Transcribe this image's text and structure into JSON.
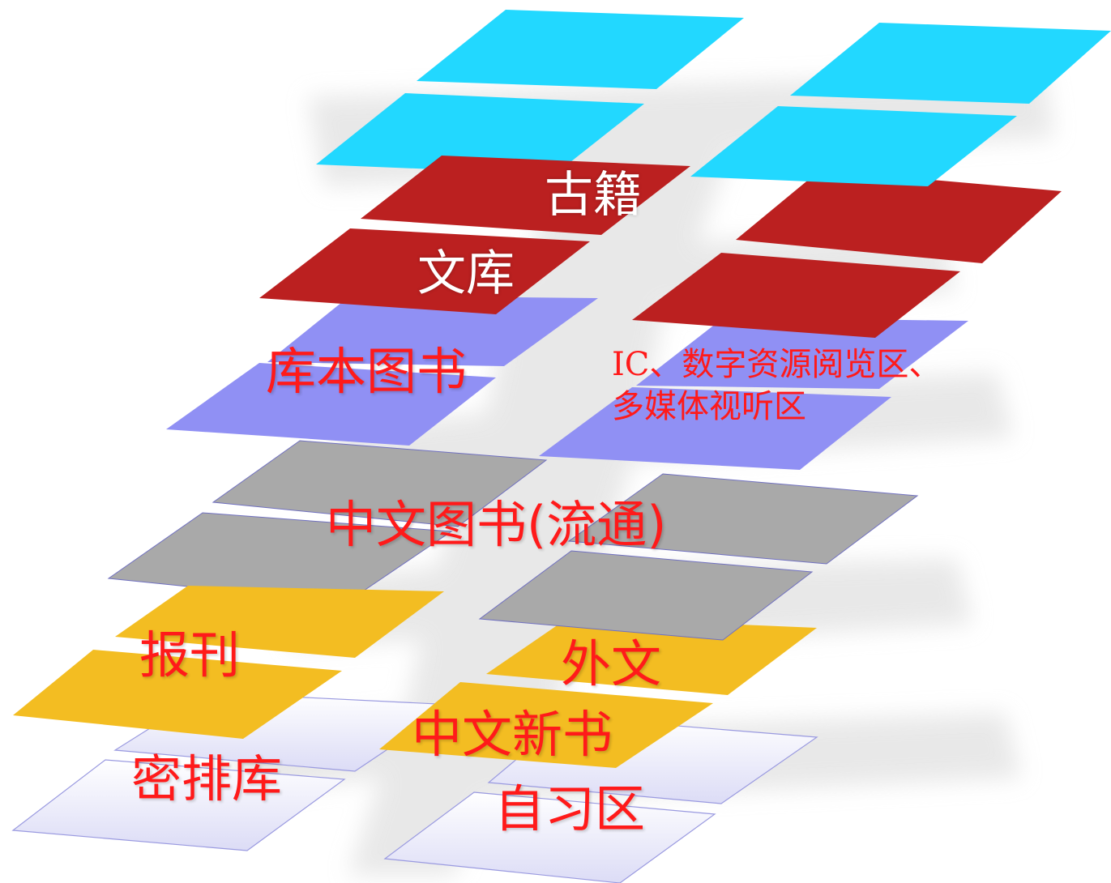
{
  "colors": {
    "cyan": "#22d8ff",
    "dark_red": "#bb2020",
    "periwinkle": "#9090f4",
    "gray": "#a9a9a9",
    "gold": "#f3bd22",
    "lavender": "#eeeefa",
    "label_red": "#ff1a1a",
    "label_white": "#ffffff"
  },
  "labels": {
    "ancient_books": "古籍",
    "literature": "文库",
    "stack_books": "库本图书",
    "ic_zone_line1": "IC、数字资源阅览区、",
    "ic_zone_line2": "多媒体视听区",
    "chinese_circulation": "中文图书(流通)",
    "periodicals": "报刊",
    "foreign": "外文",
    "chinese_new": "中文新书",
    "compact_storage": "密排库",
    "study_area": "自习区"
  }
}
